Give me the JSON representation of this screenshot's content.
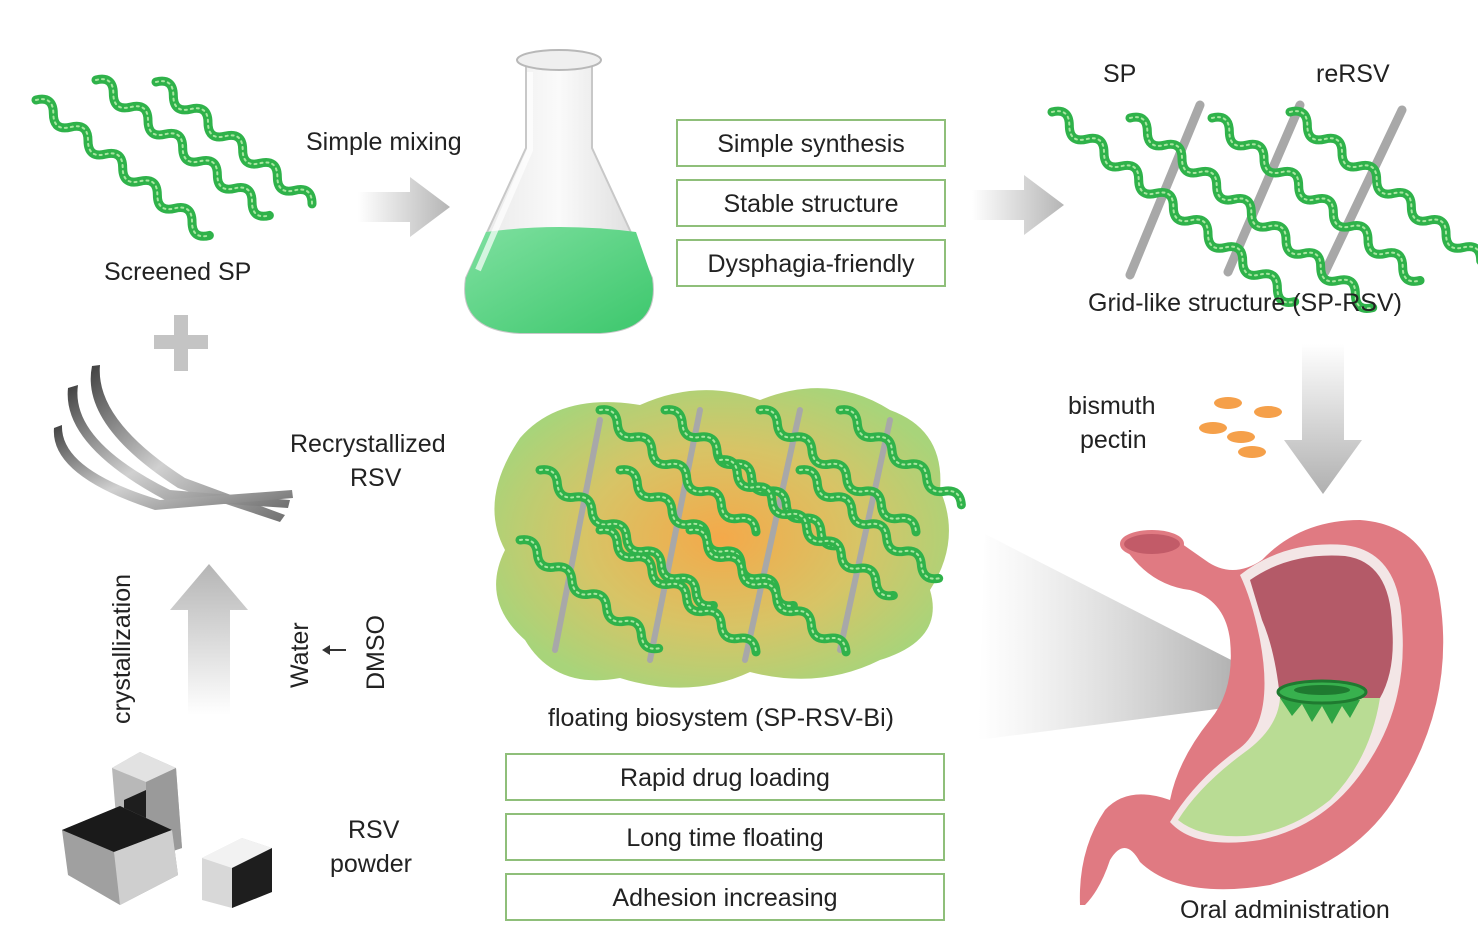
{
  "labels": {
    "screened_sp": "Screened SP",
    "simple_mixing": "Simple mixing",
    "sp": "SP",
    "rersv": "reRSV",
    "grid_structure": "Grid-like structure (SP-RSV)",
    "recrystallized_line1": "Recrystallized",
    "recrystallized_line2": "RSV",
    "bismuth_line1": "bismuth",
    "bismuth_line2": "pectin",
    "crystallization": "crystallization",
    "water": "Water",
    "dmso": "DMSO",
    "floating_biosystem": "floating biosystem (SP-RSV-Bi)",
    "rsv_powder_line1": "RSV",
    "rsv_powder_line2": "powder",
    "oral_administration": "Oral administration"
  },
  "feature_boxes_top": [
    "Simple synthesis",
    "Stable structure",
    "Dysphagia-friendly"
  ],
  "feature_boxes_bottom": [
    "Rapid drug loading",
    "Long time floating",
    "Adhesion increasing"
  ],
  "colors": {
    "sp_green": "#2fb24a",
    "sp_dots": "#a8e6a0",
    "rsv_gray": "#a8a8a8",
    "box_border": "#8fbf7a",
    "stomach_outer": "#e07a82",
    "stomach_inner": "#b85a6a",
    "stomach_content": "#b9dc94",
    "bismuth_orange": "#f5a04a",
    "arrow_gray": "#b8b8b8"
  }
}
